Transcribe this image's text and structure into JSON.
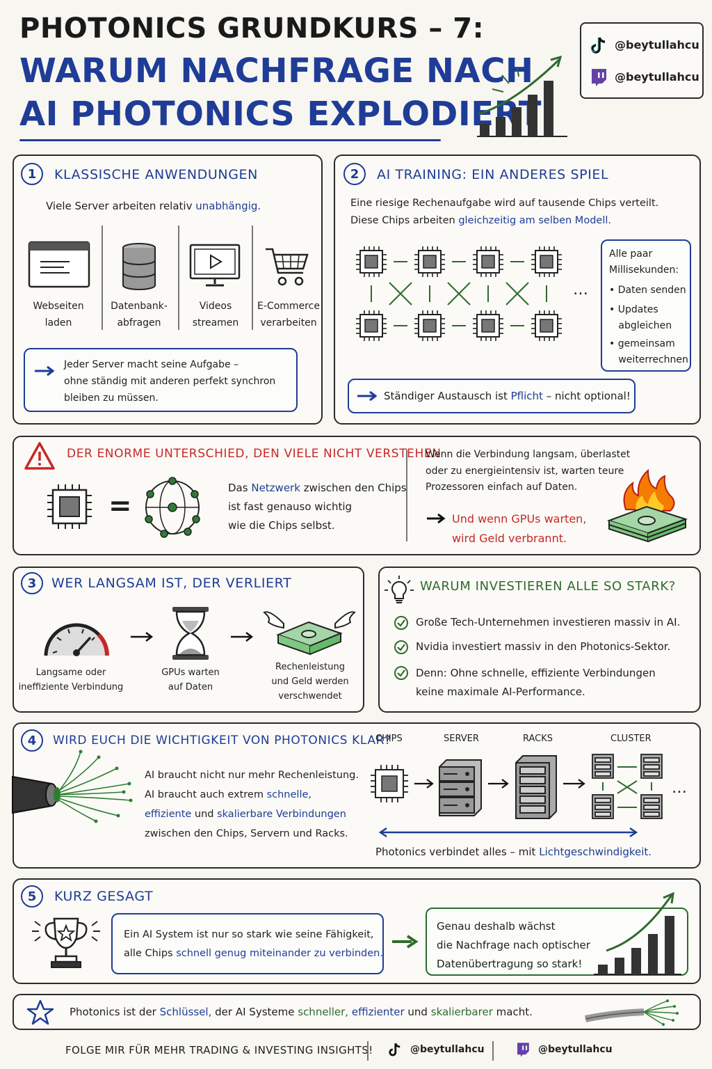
{
  "header": {
    "title_line1": "PHOTONICS GRUNDKURS – 7:",
    "title_line2": "WARUM NACHFRAGE NACH",
    "title_line3": "AI PHOTONICS EXPLODIERT",
    "social": [
      {
        "platform": "tiktok-icon",
        "handle": "@beytullahcu"
      },
      {
        "platform": "twitch-icon",
        "handle": "@beytullahcu"
      }
    ]
  },
  "section1": {
    "num": "1",
    "title": "KLASSISCHE ANWENDUNGEN",
    "intro_pre": "Viele Server arbeiten relativ",
    "intro_hl": "unabhängig.",
    "items": [
      {
        "icon": "browser-window-icon",
        "line1": "Webseiten",
        "line2": "laden"
      },
      {
        "icon": "database-icon",
        "line1": "Datenbank-",
        "line2": "abfragen"
      },
      {
        "icon": "video-monitor-icon",
        "line1": "Videos",
        "line2": "streamen"
      },
      {
        "icon": "shopping-cart-icon",
        "line1": "E-Commerce",
        "line2": "verarbeiten"
      }
    ],
    "callout": [
      "Jeder Server macht seine Aufgabe –",
      "ohne ständig mit anderen perfekt synchron",
      "bleiben zu müssen."
    ]
  },
  "section2": {
    "num": "2",
    "title": "AI TRAINING: EIN ANDERES SPIEL",
    "line1": "Eine riesige Rechenaufgabe wird auf tausende Chips verteilt.",
    "line2_pre": "Diese Chips arbeiten",
    "line2_hl": "gleichzeitig am selben Modell.",
    "ellipsis": "…",
    "side_title1": "Alle paar",
    "side_title2": "Millisekunden:",
    "side_items": [
      "Daten senden",
      "Updates",
      "abgleichen",
      "gemeinsam",
      "weiterrechnen"
    ],
    "callout_pre": "Ständiger Austausch ist",
    "callout_hl": "Pflicht",
    "callout_post": "– nicht optional!"
  },
  "warning": {
    "title": "DER ENORME UNTERSCHIED, DEN VIELE NICHT VERSTEHEN",
    "equals": "=",
    "mid_pre": "Das",
    "mid_hl": "Netzwerk",
    "mid_post": "zwischen den Chips",
    "mid_line2": "ist fast genauso wichtig",
    "mid_line3": "wie die Chips selbst.",
    "right_lines": [
      "Wenn die Verbindung langsam, überlastet",
      "oder zu energieintensiv ist, warten teure",
      "Prozessoren einfach auf Daten."
    ],
    "right_red1": "Und wenn GPUs warten,",
    "right_red2": "wird Geld verbrannt."
  },
  "section3": {
    "num": "3",
    "title": "WER LANGSAM IST, DER VERLIERT",
    "steps": [
      {
        "icon": "speedometer-icon",
        "line1": "Langsame oder",
        "line2": "ineffiziente Verbindung",
        "line3": ""
      },
      {
        "icon": "hourglass-icon",
        "line1": "GPUs warten",
        "line2": "auf Daten",
        "line3": ""
      },
      {
        "icon": "flying-money-icon",
        "line1": "Rechenleistung",
        "line2": "und Geld werden",
        "line3": "verschwendet"
      }
    ]
  },
  "invest": {
    "title": "WARUM INVESTIEREN ALLE SO STARK?",
    "items": [
      "Große Tech-Unternehmen investieren massiv in AI.",
      "Nvidia investiert massiv in den Photonics-Sektor.",
      "Denn: Ohne schnelle, effiziente Verbindungen",
      "keine maximale AI-Performance."
    ]
  },
  "section4": {
    "num": "4",
    "title": "WIRD EUCH DIE WICHTIGKEIT VON PHOTONICS KLAR?",
    "line1": "AI braucht nicht nur mehr Rechenleistung.",
    "line2_pre": "AI braucht auch extrem",
    "line2_hl": "schnelle,",
    "line3_hl1": "effiziente",
    "line3_mid": "und",
    "line3_hl2": "skalierbare Verbindungen",
    "line4": "zwischen den Chips, Servern und Racks.",
    "labels": [
      "CHIPS",
      "SERVER",
      "RACKS",
      "CLUSTER"
    ],
    "ellipsis": "…",
    "bottom_pre": "Photonics verbindet alles – mit",
    "bottom_hl": "Lichtgeschwindigkeit."
  },
  "section5": {
    "num": "5",
    "title": "KURZ GESAGT",
    "mid_line1": "Ein AI System ist nur so stark wie seine Fähigkeit,",
    "mid_pre": "alle Chips",
    "mid_hl": "schnell genug miteinander zu verbinden.",
    "right_lines": [
      "Genau deshalb wächst",
      "die Nachfrage nach optischer",
      "Datenübertragung so stark!"
    ]
  },
  "bottom": {
    "pre": "Photonics ist der",
    "hl1": "Schlüssel,",
    "mid1": "der AI Systeme",
    "hl2": "schneller,",
    "hl3": "effizienter",
    "mid2": "und",
    "hl4": "skalierbarer",
    "post": "macht."
  },
  "footer": {
    "cta": "FOLGE MIR FÜR MEHR TRADING & INVESTING INSIGHTS!",
    "tiktok": "@beytullahcu",
    "twitch": "@beytullahcu"
  },
  "colors": {
    "blue": "#1f3c96",
    "red": "#c62828",
    "green": "#2e6b2e"
  }
}
